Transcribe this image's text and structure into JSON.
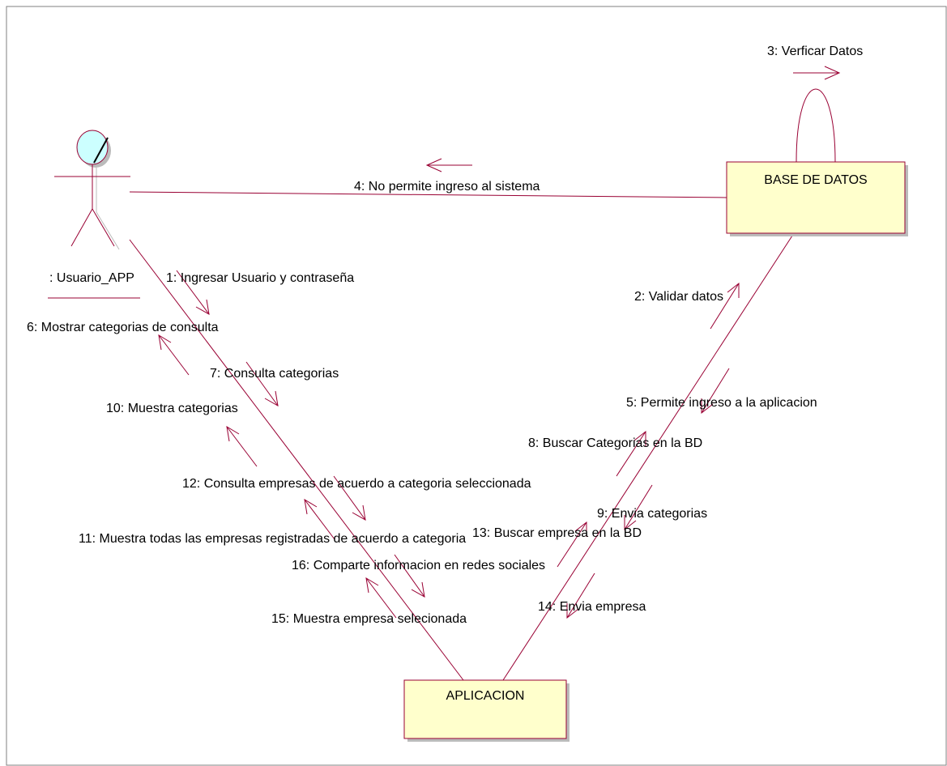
{
  "actor": {
    "label": ": Usuario_APP",
    "head_fill": "#ccffff"
  },
  "objects": {
    "database": {
      "label": "BASE DE DATOS"
    },
    "application": {
      "label": "APLICACION"
    }
  },
  "messages": [
    {
      "id": "m1",
      "text": "1: Ingresar Usuario y contraseña"
    },
    {
      "id": "m2",
      "text": "2: Validar datos"
    },
    {
      "id": "m3",
      "text": "3: Verficar Datos"
    },
    {
      "id": "m4",
      "text": "4: No permite ingreso al sistema"
    },
    {
      "id": "m5",
      "text": "5: Permite ingreso a la aplicacion"
    },
    {
      "id": "m6",
      "text": "6: Mostrar categorias de consulta"
    },
    {
      "id": "m7",
      "text": "7: Consulta categorias"
    },
    {
      "id": "m8",
      "text": "8: Buscar Categorias en la BD"
    },
    {
      "id": "m9",
      "text": "9: Envia categorias"
    },
    {
      "id": "m10",
      "text": "10: Muestra categorias"
    },
    {
      "id": "m11",
      "text": "11: Muestra todas las empresas registradas de acuerdo a categoria"
    },
    {
      "id": "m12",
      "text": "12: Consulta empresas de acuerdo a categoria seleccionada"
    },
    {
      "id": "m13",
      "text": "13: Buscar empresa en la BD"
    },
    {
      "id": "m14",
      "text": "14: Envia empresa"
    },
    {
      "id": "m15",
      "text": "15: Muestra empresa selecionada"
    },
    {
      "id": "m16",
      "text": "16: Comparte informacion en redes sociales"
    }
  ],
  "colors": {
    "line": "#990033",
    "box_fill": "#ffffcc",
    "border": "#808080"
  }
}
